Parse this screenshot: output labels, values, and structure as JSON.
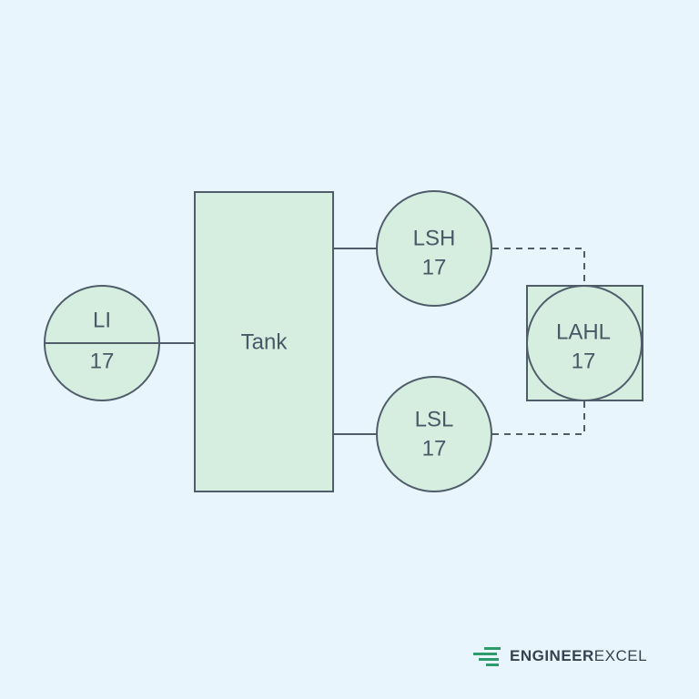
{
  "diagram": {
    "tank": {
      "label": "Tank"
    },
    "level_indicator": {
      "tag": "LI",
      "loop": "17"
    },
    "level_switch_high": {
      "tag": "LSH",
      "loop": "17"
    },
    "level_switch_low": {
      "tag": "LSL",
      "loop": "17"
    },
    "level_alarm_high_low": {
      "tag": "LAHL",
      "loop": "17"
    }
  },
  "brand": {
    "part1": "ENGINEER",
    "part2": "EXCEL"
  },
  "colors": {
    "background": "#e8f5fc",
    "shape_fill": "#d5eee0",
    "stroke": "#4f5d6b",
    "text": "#4a5866",
    "brand_green": "#2e9c6a"
  }
}
